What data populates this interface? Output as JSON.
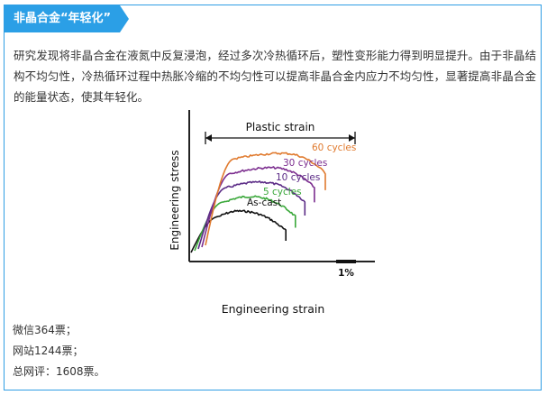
{
  "header": {
    "title": "非晶合金“年轻化”"
  },
  "body": {
    "paragraph": "研究发现将非晶合金在液氮中反复浸泡，经过多次冷热循环后，塑性变形能力得到明显提升。由于非晶结构不均匀性，冷热循环过程中热胀冷缩的不均匀性可以提高非晶合金内应力不均匀性，显著提高非晶合金的能量状态，使其年轻化。"
  },
  "chart_data": {
    "type": "line",
    "xlabel": "Engineering strain",
    "ylabel": "Engineering stress",
    "annotation": "Plastic strain",
    "scale_bar_label": "1%",
    "grid": false,
    "series": [
      {
        "name": "As-cast",
        "color": "#111111",
        "rise_end": 0.22,
        "peak": 0.36,
        "end": 0.71
      },
      {
        "name": "5 cycles",
        "color": "#3aa83a",
        "rise_end": 0.24,
        "peak": 0.44,
        "end": 0.78
      },
      {
        "name": "10 cycles",
        "color": "#5b2b86",
        "rise_end": 0.25,
        "peak": 0.52,
        "end": 0.85
      },
      {
        "name": "30 cycles",
        "color": "#7c2e8f",
        "rise_end": 0.27,
        "peak": 0.6,
        "end": 0.92
      },
      {
        "name": "60 cycles",
        "color": "#e07a2e",
        "rise_end": 0.28,
        "peak": 0.68,
        "end": 1.0
      }
    ]
  },
  "footer": {
    "lines": [
      "微信364票；",
      "网站1244票；",
      "总网评：1608票。"
    ]
  }
}
